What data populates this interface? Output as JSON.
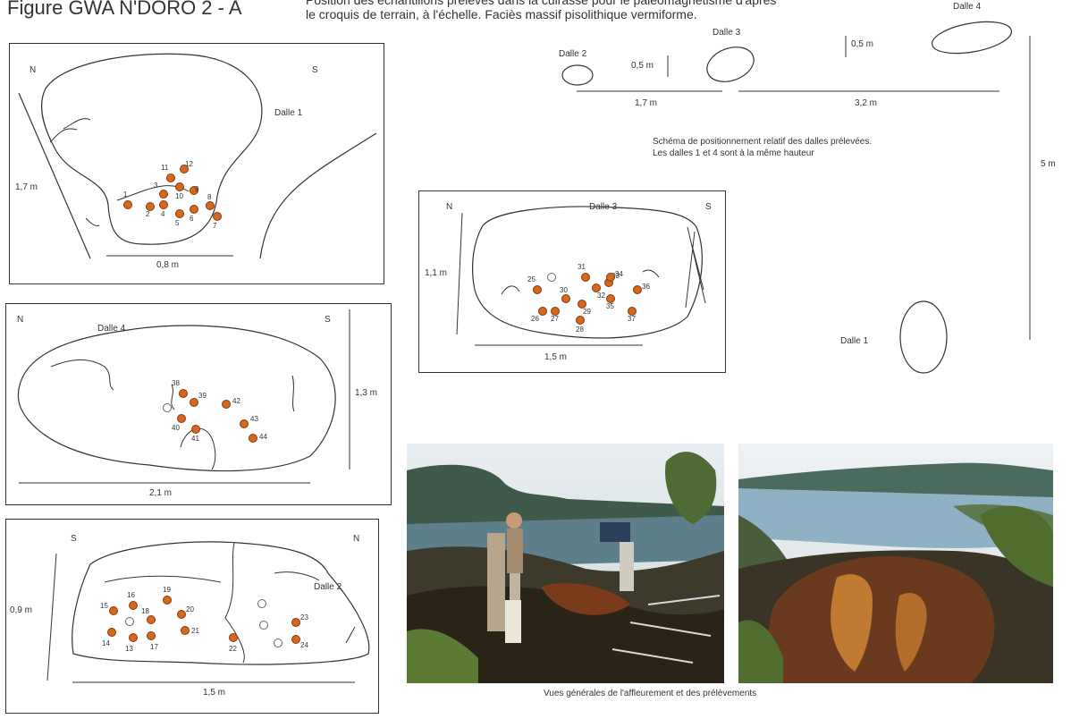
{
  "header": {
    "figure_title": "Figure GWA N'DORO 2 - A",
    "caption_line1": "Position des échantillons prélevés dans la cuirasse pour le paléomagnétisme d'après",
    "caption_line2": "le croquis de terrain, à l'échelle. Faciès massif pisolithique vermiforme."
  },
  "dalle1": {
    "north": "N",
    "south": "S",
    "name": "Dalle 1",
    "height": "1,7 m",
    "width": "0,8 m",
    "samples": [
      "1",
      "2",
      "3",
      "4",
      "5",
      "6",
      "7",
      "8",
      "9",
      "10",
      "11",
      "12"
    ]
  },
  "dalle4": {
    "north": "N",
    "south": "S",
    "name": "Dalle 4",
    "height": "1,3 m",
    "width": "2,1 m",
    "samples": [
      "38",
      "39",
      "40",
      "41",
      "42",
      "43",
      "44"
    ]
  },
  "dalle2": {
    "south": "S",
    "north": "N",
    "name": "Dalle 2",
    "height": "0,9 m",
    "width": "1,5 m",
    "samples": [
      "13",
      "14",
      "15",
      "16",
      "17",
      "18",
      "19",
      "20",
      "21",
      "22",
      "23",
      "24"
    ]
  },
  "dalle3": {
    "north": "N",
    "south": "S",
    "name": "Dalle 3",
    "height": "1,1 m",
    "width": "1,5 m",
    "samples": [
      "25",
      "26",
      "27",
      "28",
      "29",
      "30",
      "31",
      "32",
      "33",
      "34",
      "35",
      "36",
      "37"
    ]
  },
  "schema": {
    "dalle2": "Dalle 2",
    "dalle3": "Dalle 3",
    "dalle4": "Dalle 4",
    "dalle1": "Dalle 1",
    "h1": "0,5 m",
    "h2": "0,5 m",
    "d1": "1,7 m",
    "d2": "3,2 m",
    "vertical": "5 m",
    "note1": "Schéma de positionnement relatif des dalles prélevées.",
    "note2": "Les dalles 1 et 4 sont à la même hauteur"
  },
  "photos": {
    "caption": "Vues générales de l'affleurement et des prélèvements"
  },
  "colors": {
    "sample_fill": "#d2691e",
    "sample_stroke": "#8a3a10",
    "sketch_line": "#333333"
  }
}
